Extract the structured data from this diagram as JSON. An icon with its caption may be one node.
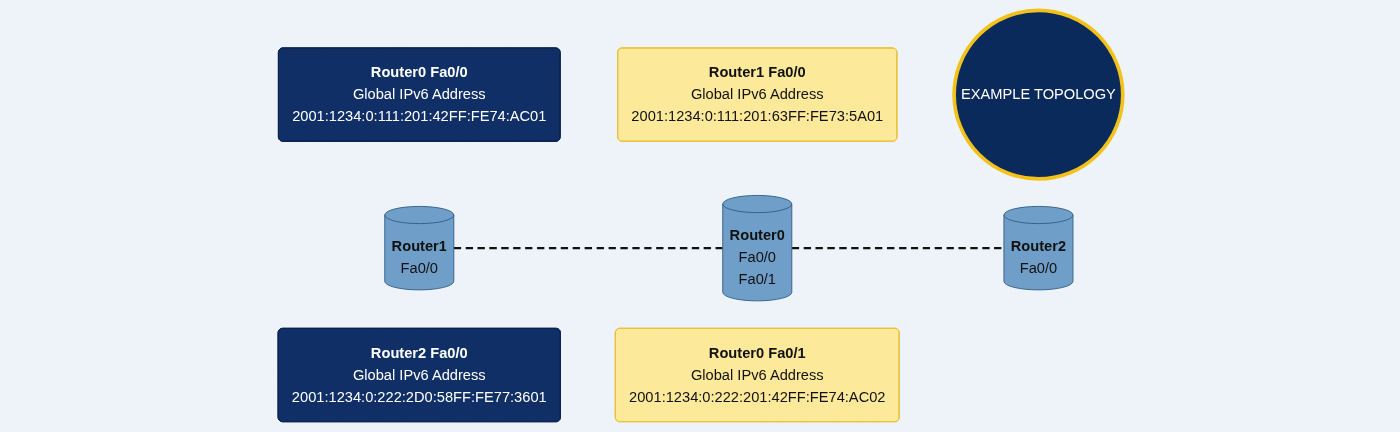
{
  "diagram": {
    "nodes": [
      {
        "text": [
          "Router0 Fa0/0",
          "Global IPv6 Address",
          "2001:1234:0:111:201:42FF:FE74:AC01"
        ]
      },
      {
        "text": [
          "Router2 Fa0/0",
          "Global IPv6 Address",
          "2001:1234:0:222:2D0:58FF:FE77:3601"
        ]
      },
      {
        "text": [
          "Router1",
          "Fa0/0"
        ]
      },
      {
        "text": [
          "Router0",
          "Fa0/0",
          "Fa0/1"
        ]
      },
      {
        "text": [
          "Router2",
          "Fa0/0"
        ]
      },
      {
        "text": [
          "Router1 Fa0/0",
          "Global IPv6 Address",
          "2001:1234:0:111:201:63FF:FE73:5A01"
        ]
      },
      {
        "text": [
          "EXAMPLE TOPOLOGY"
        ]
      },
      {
        "text": [
          "Router0 Fa0/1",
          "Global IPv6 Address",
          "2001:1234:0:222:201:42FF:FE74:AC02"
        ]
      }
    ],
    "edges": [
      {
        "from": 2,
        "to": 3,
        "arrow": "none",
        "style": "dashed"
      },
      {
        "from": 3,
        "to": 4,
        "arrow": "none",
        "style": "dashed"
      }
    ]
  }
}
